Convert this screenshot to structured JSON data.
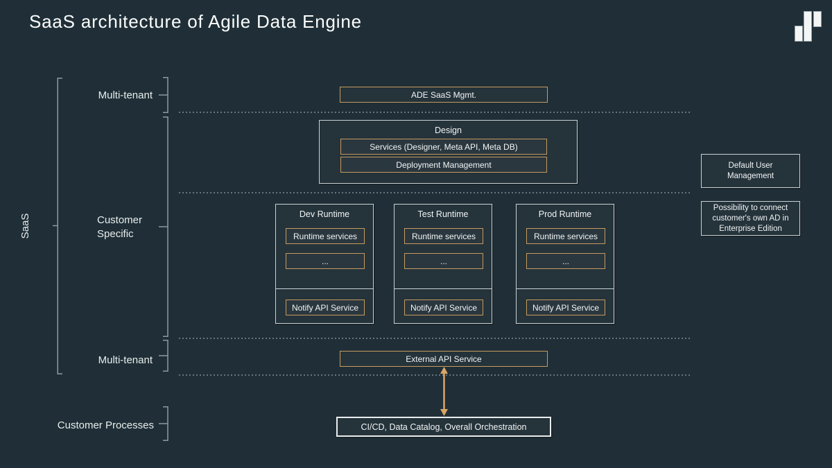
{
  "title": "SaaS architecture of Agile Data Engine",
  "labels": {
    "saas": "SaaS",
    "multi_tenant_top": "Multi-tenant",
    "customer_specific": "Customer\nSpecific",
    "multi_tenant_bottom": "Multi-tenant",
    "customer_processes": "Customer Processes"
  },
  "diagram": {
    "ade_mgmt": "ADE SaaS Mgmt.",
    "design": {
      "title": "Design",
      "services": "Services (Designer, Meta API, Meta DB)",
      "deployment": "Deployment Management"
    },
    "runtimes": [
      {
        "title": "Dev Runtime",
        "service": "Runtime services",
        "more": "...",
        "notify": "Notify API Service"
      },
      {
        "title": "Test Runtime",
        "service": "Runtime services",
        "more": "...",
        "notify": "Notify API Service"
      },
      {
        "title": "Prod Runtime",
        "service": "Runtime services",
        "more": "...",
        "notify": "Notify API Service"
      }
    ],
    "side_notes": [
      "Default User\nManagement",
      "Possibility to connect\ncustomer's own AD in\nEnterprise Edition"
    ],
    "external_api": "External API Service",
    "customer_process": "CI/CD, Data Catalog, Overall Orchestration"
  },
  "colors": {
    "background": "#202f37",
    "gold_accent": "#c69b5e",
    "light_border": "#c9d2d4",
    "text": "#f1f5f5"
  }
}
